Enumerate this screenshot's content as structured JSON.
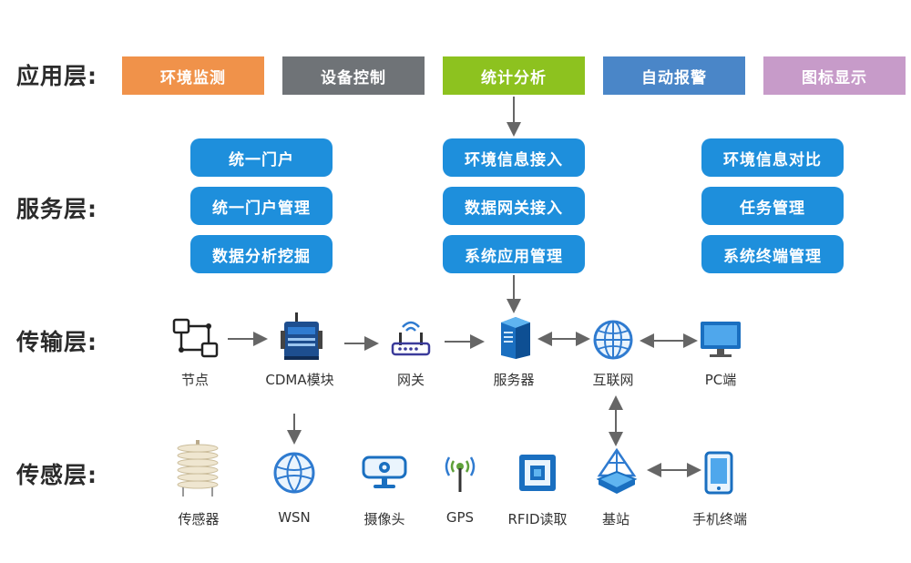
{
  "layers": {
    "application": "应用层:",
    "service": "服务层:",
    "transport": "传输层:",
    "sensing": "传感层:"
  },
  "application_boxes": [
    {
      "label": "环境监测",
      "color": "#f0924a"
    },
    {
      "label": "设备控制",
      "color": "#6f7377"
    },
    {
      "label": "统计分析",
      "color": "#8dc21f"
    },
    {
      "label": "自动报警",
      "color": "#4a86c8"
    },
    {
      "label": "图标显示",
      "color": "#c79bc9"
    }
  ],
  "service_groups": [
    [
      "统一门户",
      "统一门户管理",
      "数据分析挖掘"
    ],
    [
      "环境信息接入",
      "数据网关接入",
      "系统应用管理"
    ],
    [
      "环境信息对比",
      "任务管理",
      "系统终端管理"
    ]
  ],
  "transport_nodes": [
    {
      "label": "节点",
      "icon": "node-flow-icon"
    },
    {
      "label": "CDMA模块",
      "icon": "cdma-module-icon"
    },
    {
      "label": "网关",
      "icon": "router-icon"
    },
    {
      "label": "服务器",
      "icon": "server-icon"
    },
    {
      "label": "互联网",
      "icon": "globe-icon"
    },
    {
      "label": "PC端",
      "icon": "monitor-icon"
    }
  ],
  "sensing_nodes": [
    {
      "label": "传感器",
      "icon": "sensor-shelter-icon"
    },
    {
      "label": "WSN",
      "icon": "wsn-icon"
    },
    {
      "label": "摄像头",
      "icon": "camera-icon"
    },
    {
      "label": "GPS",
      "icon": "gps-antenna-icon"
    },
    {
      "label": "RFID读取",
      "icon": "rfid-chip-icon"
    },
    {
      "label": "基站",
      "icon": "base-station-icon"
    },
    {
      "label": "手机终端",
      "icon": "phone-icon"
    }
  ],
  "colors": {
    "pill": "#1e8fdc",
    "arrow": "#666666"
  }
}
